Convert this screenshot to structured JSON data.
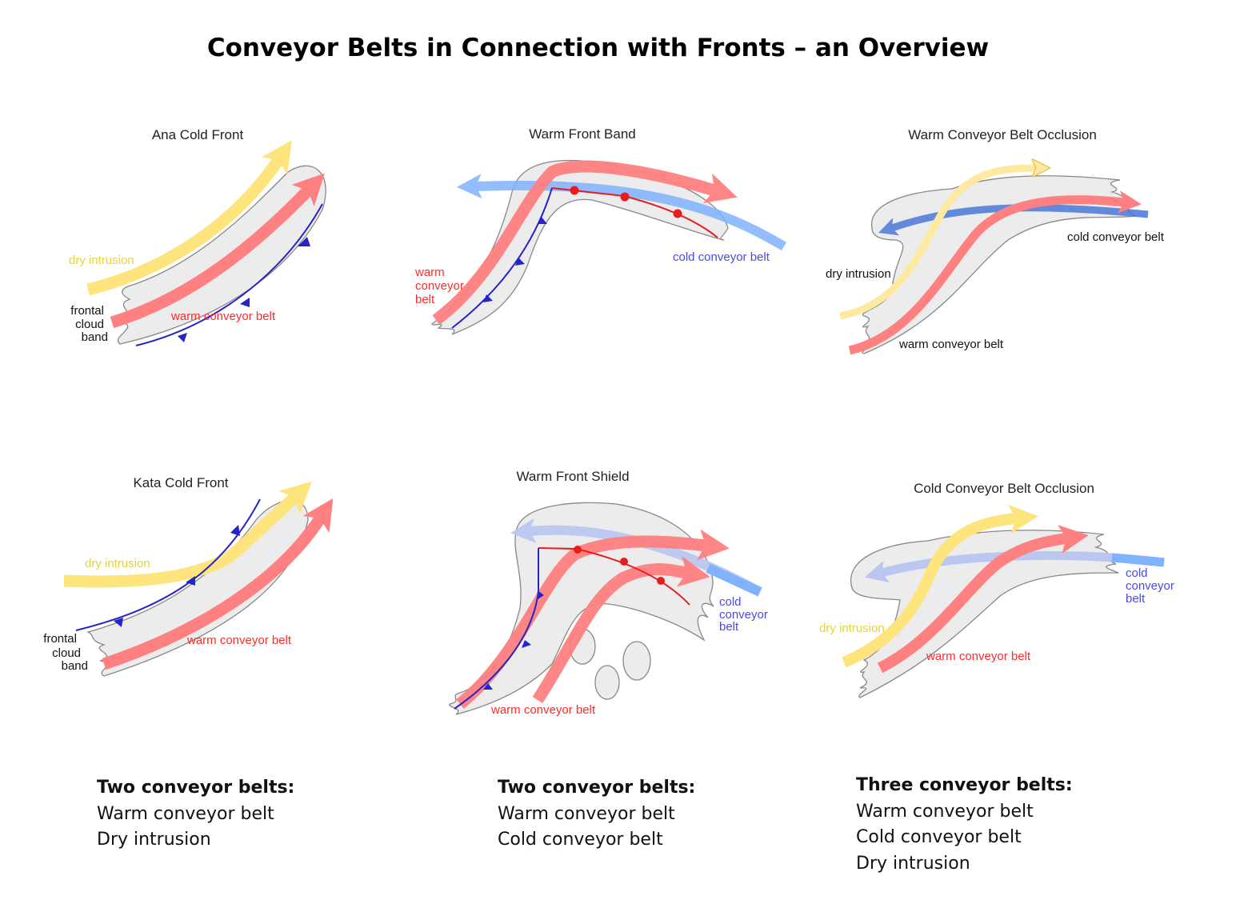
{
  "title": "Conveyor Belts in Connection with Fronts – an Overview",
  "panels": {
    "ana": {
      "title": "Ana Cold Front",
      "dry": "dry intrusion",
      "warm": "warm conveyor belt",
      "cloud": [
        "frontal",
        "cloud",
        "band"
      ]
    },
    "band": {
      "title": "Warm Front Band",
      "warm": [
        "warm",
        "conveyor",
        "belt"
      ],
      "cold": "cold conveyor belt"
    },
    "wcbo": {
      "title": "Warm Conveyor Belt Occlusion",
      "dry": "dry intrusion",
      "warm": "warm conveyor belt",
      "cold": "cold conveyor belt"
    },
    "kata": {
      "title": "Kata Cold Front",
      "dry": "dry intrusion",
      "warm": "warm conveyor belt",
      "cloud": [
        "frontal",
        "cloud",
        "band"
      ]
    },
    "shield": {
      "title": "Warm Front Shield",
      "warm": "warm conveyor belt",
      "cold": [
        "cold",
        "conveyor",
        "belt"
      ]
    },
    "ccbo": {
      "title": "Cold Conveyor Belt Occlusion",
      "dry": "dry intrusion",
      "warm": "warm conveyor belt",
      "cold": [
        "cold",
        "conveyor",
        "belt"
      ]
    }
  },
  "summaries": [
    {
      "heading": "Two conveyor belts:",
      "items": [
        "Warm conveyor belt",
        "Dry intrusion"
      ]
    },
    {
      "heading": "Two conveyor belts:",
      "items": [
        "Warm conveyor belt",
        "Cold conveyor belt"
      ]
    },
    {
      "heading": "Three conveyor belts:",
      "items": [
        "Warm conveyor belt",
        "Cold conveyor belt",
        "Dry intrusion"
      ]
    }
  ],
  "colors": {
    "dry": "#fde47c",
    "warm": "#ff8080",
    "cold": "#7fb2ff",
    "cold_pale": "#b9c6f2",
    "cold_dark": "#4a78d8",
    "cloud": "#ececec",
    "cold_front": "#2424c8",
    "warm_front": "#e81c1c"
  }
}
